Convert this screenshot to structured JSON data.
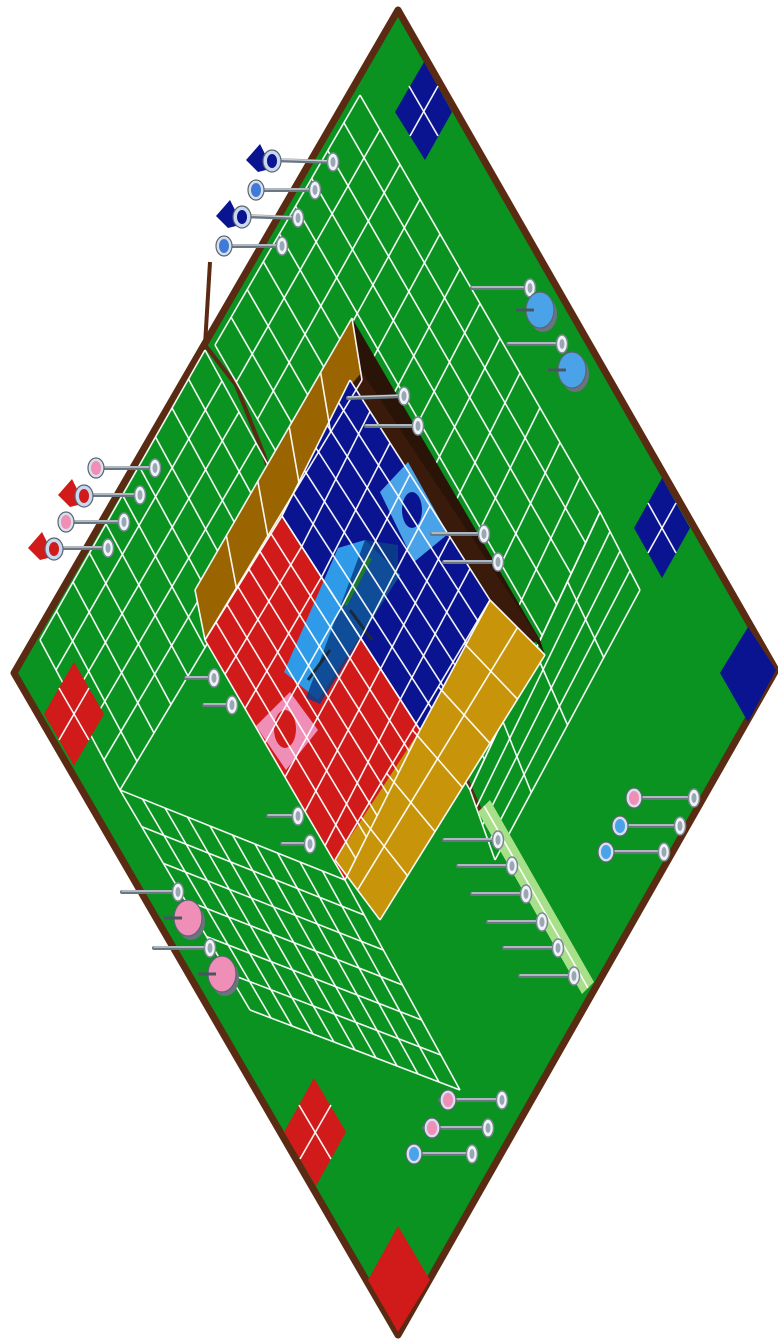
{
  "game": {
    "view": "isometric-board",
    "colors": {
      "board": "#0a9321",
      "border": "#5a2a12",
      "grid": "#ffffff",
      "red_team": "#d11a1a",
      "blue_team": "#0a1490",
      "gold_wall": "#c8940a",
      "brown_wall": "#9a6400",
      "light_blue_piece": "#4aa3e8",
      "pink_piece": "#ef8fb8",
      "light_green_strip": "#a8e08a"
    },
    "corners": [
      {
        "name": "north-corner-square",
        "team": "blue"
      },
      {
        "name": "east-corner-square",
        "team": "blue"
      },
      {
        "name": "south-corner-square",
        "team": "red"
      },
      {
        "name": "west-corner-square",
        "team": "red"
      }
    ],
    "pieces": [
      {
        "name": "blue-flag-piece",
        "team": "blue",
        "count": 2
      },
      {
        "name": "red-flag-piece",
        "team": "red",
        "count": 2
      },
      {
        "name": "light-blue-disc-piece",
        "team": "blue",
        "count": 2
      },
      {
        "name": "pink-disc-piece",
        "team": "red",
        "count": 2
      }
    ]
  }
}
